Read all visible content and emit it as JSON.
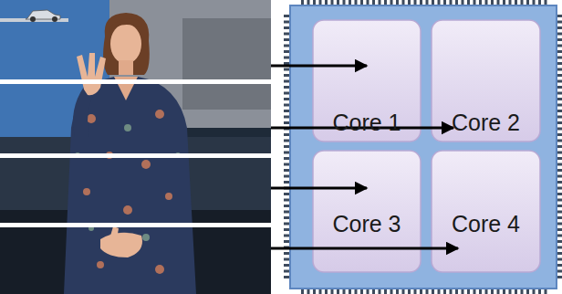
{
  "diagram": {
    "nodes": [
      {
        "text": [
          "Core 1"
        ]
      },
      {
        "text": [
          "Core 2"
        ]
      },
      {
        "text": [
          "Core 3"
        ]
      },
      {
        "text": [
          "Core 4"
        ]
      }
    ]
  }
}
